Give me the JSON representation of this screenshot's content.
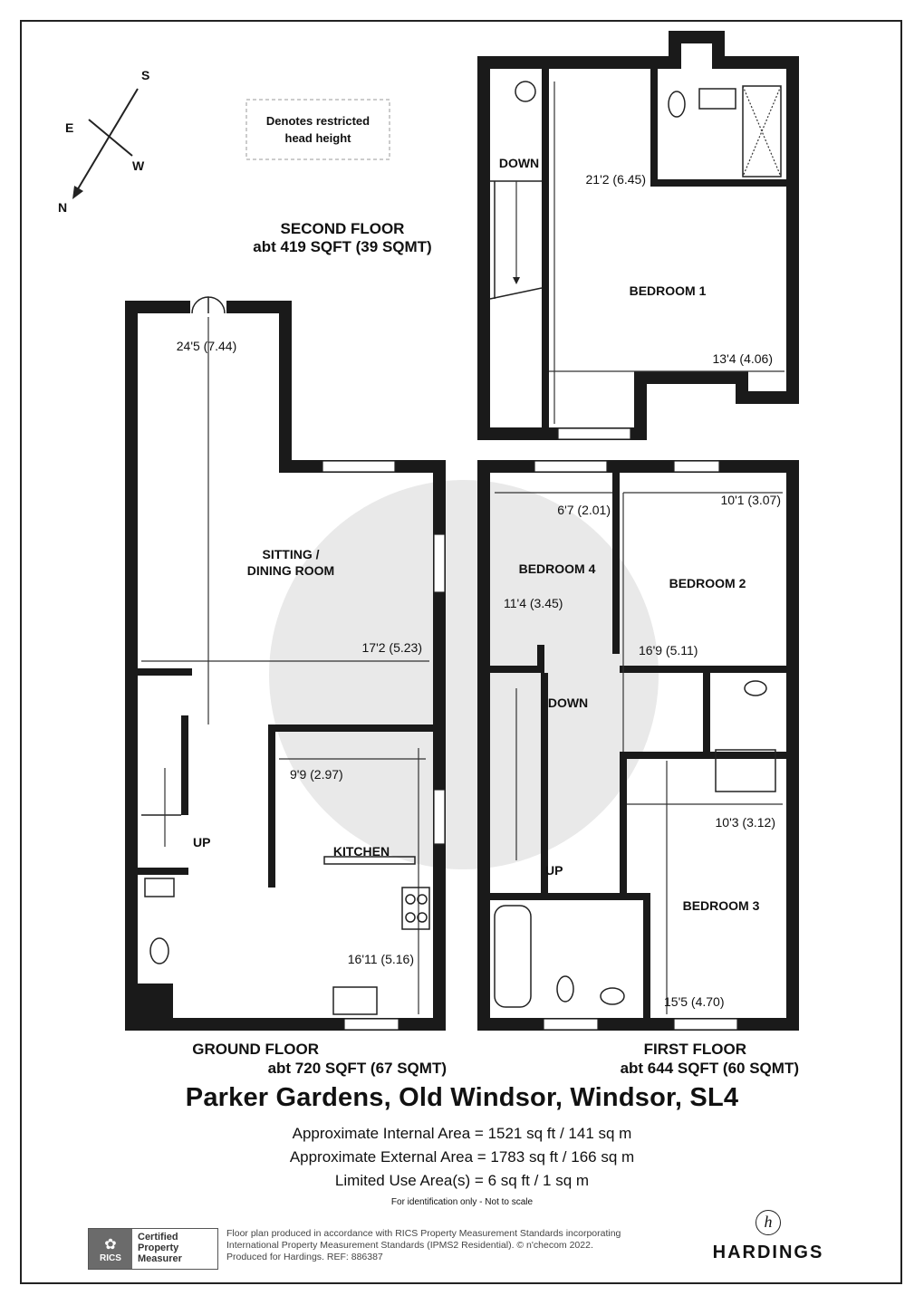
{
  "restricted_note": [
    "Denotes restricted",
    "head height"
  ],
  "compass": {
    "s": "S",
    "w": "W",
    "n": "N",
    "e": "E"
  },
  "floors": {
    "second": {
      "name": "SECOND FLOOR",
      "area": "abt 419 SQFT (39 SQMT)"
    },
    "ground": {
      "name": "GROUND FLOOR",
      "area": "abt 720 SQFT (67 SQMT)"
    },
    "first": {
      "name": "FIRST FLOOR",
      "area": "abt 644 SQFT (60 SQMT)"
    }
  },
  "rooms": {
    "bedroom1": "BEDROOM 1",
    "bedroom2": "BEDROOM 2",
    "bedroom3": "BEDROOM 3",
    "bedroom4": "BEDROOM 4",
    "sitting": [
      "SITTING /",
      "DINING ROOM"
    ],
    "kitchen": "KITCHEN"
  },
  "stairs": {
    "down_second": "DOWN",
    "down_first": "DOWN",
    "up_ground": "UP",
    "up_first": "UP"
  },
  "dimensions": {
    "bed1_len": "21'2 (6.45)",
    "bed1_wid": "13'4 (4.06)",
    "sitting_len": "24'5 (7.44)",
    "sitting_wid": "17'2 (5.23)",
    "kitchen_wid": "9'9 (2.97)",
    "kitchen_len": "16'11 (5.16)",
    "bed4_wid": "6'7 (2.01)",
    "bed4_len": "11'4 (3.45)",
    "bed2_wid": "10'1 (3.07)",
    "bed2_len": "16'9 (5.11)",
    "bed3_wid": "10'3 (3.12)",
    "bed3_len": "15'5 (4.70)"
  },
  "address": "Parker Gardens, Old Windsor, Windsor, SL4",
  "areas": [
    "Approximate Internal Area = 1521 sq ft / 141 sq m",
    "Approximate External Area = 1783 sq ft / 166 sq m",
    "Limited Use Area(s) = 6 sq ft / 1 sq m"
  ],
  "id_note": "For identification only - Not to scale",
  "rics": {
    "logo": "RICS",
    "line1": "Certified",
    "line2": "Property",
    "line3": "Measurer"
  },
  "disclaimer": [
    "Floor plan produced in accordance with RICS Property Measurement Standards incorporating",
    "International Property Measurement Standards (IPMS2 Residential).  © n'checom 2022.",
    "Produced for Hardings.    REF:  886387"
  ],
  "brand": {
    "mark": "h",
    "name": "HARDINGS"
  }
}
